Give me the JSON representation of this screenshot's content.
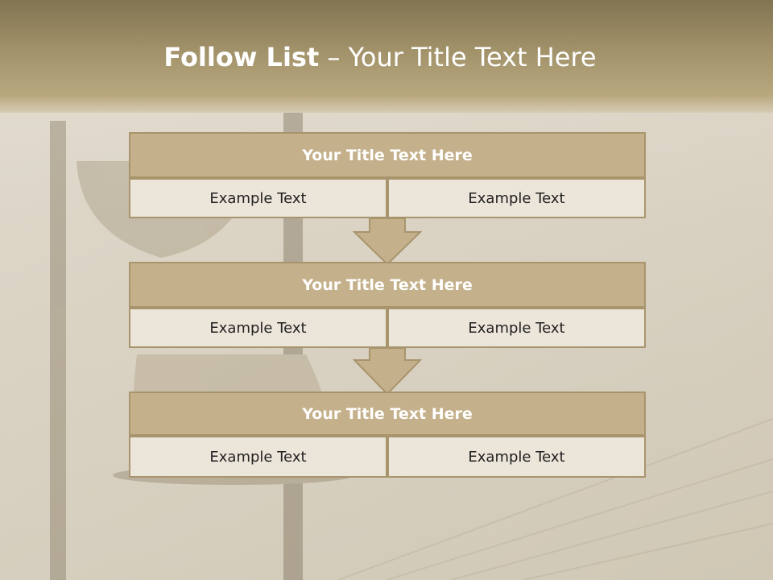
{
  "slide": {
    "title_bold": "Follow List",
    "title_rest": " – Your Title Text Here"
  },
  "steps": [
    {
      "heading": "Your Title Text Here",
      "left": "Example Text",
      "right": "Example Text"
    },
    {
      "heading": "Your Title Text Here",
      "left": "Example Text",
      "right": "Example Text"
    },
    {
      "heading": "Your Title Text Here",
      "left": "Example Text",
      "right": "Example Text"
    }
  ],
  "colors": {
    "header_band": "#a2926a",
    "block_fill": "#c4b08a",
    "block_border": "#a8956d",
    "cell_fill": "#ece5da"
  },
  "icons": [
    "down-arrow-icon",
    "hourglass-illustration"
  ]
}
